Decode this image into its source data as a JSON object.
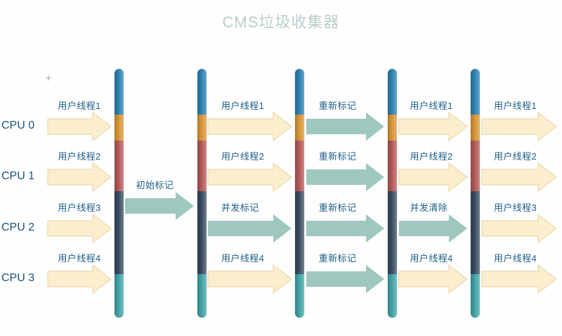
{
  "title": "CMS垃圾收集器",
  "plus_mark": "+",
  "colors": {
    "title": "#b9cfcb",
    "label_text": "#1d5d86",
    "cpu_text": "#1d5276",
    "user_arrow_fill": "#faeecf",
    "user_arrow_stroke": "#e8d39a",
    "gc_arrow_fill": "#9ec7bf",
    "background": "#fefeff",
    "heap_eden": "#2b7fad",
    "heap_survivor": "#d59334",
    "heap_old": "#b05655",
    "heap_meta": "#36495f",
    "heap_free": "#3fa0a4"
  },
  "cpus": [
    {
      "label": "CPU 0"
    },
    {
      "label": "CPU 1"
    },
    {
      "label": "CPU 2"
    },
    {
      "label": "CPU 3"
    }
  ],
  "heap_segments": [
    {
      "name": "eden",
      "color": "#2b7fad",
      "top_pct": 0.0,
      "height_pct": 18.4
    },
    {
      "name": "survivor",
      "color": "#d59334",
      "top_pct": 18.4,
      "height_pct": 10.5
    },
    {
      "name": "old",
      "color": "#b05655",
      "top_pct": 28.9,
      "height_pct": 20.3
    },
    {
      "name": "meta",
      "color": "#36495f",
      "top_pct": 49.2,
      "height_pct": 33.3
    },
    {
      "name": "free",
      "color": "#3fa0a4",
      "top_pct": 82.5,
      "height_pct": 17.5
    }
  ],
  "phases": [
    {
      "name": "initial-mark",
      "label": "初始标记"
    },
    {
      "name": "concurrent-mark",
      "label": "并发标记"
    },
    {
      "name": "remark",
      "label": "重新标记"
    },
    {
      "name": "concurrent-sweep",
      "label": "并发清除"
    }
  ],
  "user_threads": [
    {
      "label": "用户线程1"
    },
    {
      "label": "用户线程2"
    },
    {
      "label": "用户线程3"
    },
    {
      "label": "用户线程4"
    }
  ],
  "columns": [
    {
      "name": "column-1-user-threads",
      "arrows": [
        {
          "name": "arrow-user-thread-1-col1",
          "label": "用户线程1",
          "kind": "user"
        },
        {
          "name": "arrow-user-thread-2-col1",
          "label": "用户线程2",
          "kind": "user"
        },
        {
          "name": "arrow-user-thread-3-col1",
          "label": "用户线程3",
          "kind": "user"
        },
        {
          "name": "arrow-user-thread-4-col1",
          "label": "用户线程4",
          "kind": "user"
        }
      ]
    },
    {
      "name": "column-2-initial-mark",
      "arrows": [
        {
          "name": "arrow-initial-mark",
          "label": "初始标记",
          "kind": "gc"
        }
      ]
    },
    {
      "name": "column-3-concurrent-mark",
      "arrows": [
        {
          "name": "arrow-user-thread-1-col3",
          "label": "用户线程1",
          "kind": "user"
        },
        {
          "name": "arrow-user-thread-2-col3",
          "label": "用户线程2",
          "kind": "user"
        },
        {
          "name": "arrow-concurrent-mark",
          "label": "并发标记",
          "kind": "gc"
        },
        {
          "name": "arrow-user-thread-4-col3",
          "label": "用户线程4",
          "kind": "user"
        }
      ]
    },
    {
      "name": "column-4-remark",
      "arrows": [
        {
          "name": "arrow-remark-1",
          "label": "重新标记",
          "kind": "gc"
        },
        {
          "name": "arrow-remark-2",
          "label": "重新标记",
          "kind": "gc"
        },
        {
          "name": "arrow-remark-3",
          "label": "重新标记",
          "kind": "gc"
        },
        {
          "name": "arrow-remark-4",
          "label": "重新标记",
          "kind": "gc"
        }
      ]
    },
    {
      "name": "column-5-concurrent-sweep",
      "arrows": [
        {
          "name": "arrow-user-thread-1-col5",
          "label": "用户线程1",
          "kind": "user"
        },
        {
          "name": "arrow-user-thread-2-col5",
          "label": "用户线程2",
          "kind": "user"
        },
        {
          "name": "arrow-concurrent-sweep",
          "label": "并发清除",
          "kind": "gc"
        },
        {
          "name": "arrow-user-thread-4-col5",
          "label": "用户线程4",
          "kind": "user"
        }
      ]
    },
    {
      "name": "column-6-user-threads",
      "arrows": [
        {
          "name": "arrow-user-thread-1-col6",
          "label": "用户线程1",
          "kind": "user"
        },
        {
          "name": "arrow-user-thread-2-col6",
          "label": "用户线程2",
          "kind": "user"
        },
        {
          "name": "arrow-user-thread-3-col6",
          "label": "用户线程3",
          "kind": "user"
        },
        {
          "name": "arrow-user-thread-4-col6",
          "label": "用户线程4",
          "kind": "user"
        }
      ]
    }
  ]
}
